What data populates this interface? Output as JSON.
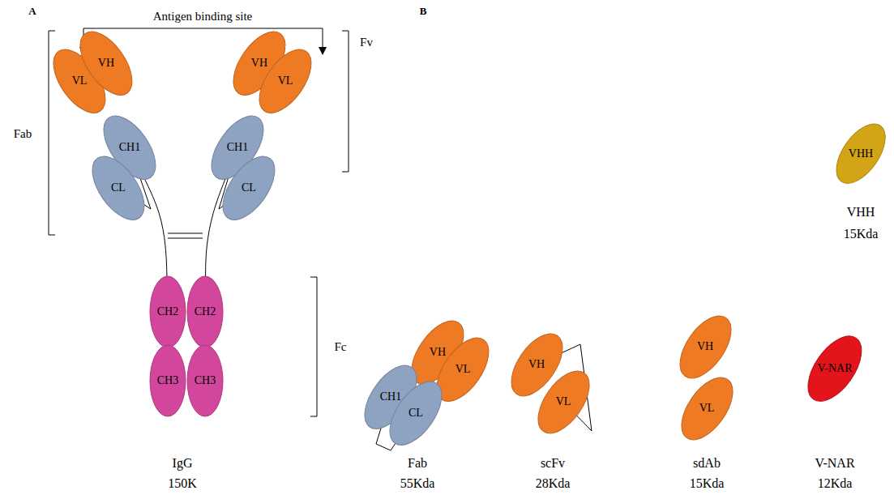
{
  "diagram": {
    "nodes": [
      {
        "text": [
          "VL"
        ]
      },
      {
        "text": [
          "VH"
        ]
      },
      {
        "text": [
          "CH1"
        ]
      },
      {
        "text": [
          "CL"
        ]
      },
      {
        "text": [
          "VH"
        ]
      },
      {
        "text": [
          "VL"
        ]
      },
      {
        "text": [
          "CH1"
        ]
      },
      {
        "text": [
          "CL"
        ]
      },
      {
        "text": [
          "CH2"
        ]
      },
      {
        "text": [
          "CH2"
        ]
      },
      {
        "text": [
          "CH3"
        ]
      },
      {
        "text": [
          "CH3"
        ]
      },
      {
        "text": [
          "VH"
        ]
      },
      {
        "text": [
          "VL"
        ]
      },
      {
        "text": [
          "CH1"
        ]
      },
      {
        "text": [
          "CL"
        ]
      },
      {
        "text": [
          "VH"
        ]
      },
      {
        "text": [
          "VL"
        ]
      },
      {
        "text": [
          "VH"
        ]
      },
      {
        "text": [
          "VL"
        ]
      },
      {
        "text": [
          "VHH"
        ]
      },
      {
        "text": [
          "V-NAR"
        ]
      }
    ],
    "edges": [
      {
        "from": 2,
        "to": 8,
        "arrow": "none"
      },
      {
        "from": 6,
        "to": 9,
        "arrow": "none"
      },
      {
        "from": 3,
        "to": 2,
        "arrow": "none"
      },
      {
        "from": 7,
        "to": 6,
        "arrow": "none"
      },
      {
        "from": 14,
        "to": 15,
        "arrow": "none"
      },
      {
        "from": 16,
        "to": 17,
        "arrow": "none"
      }
    ],
    "labels": [
      "A",
      "Antigen binding site",
      "Fab",
      "Fv",
      "Fc",
      "IgG",
      "150K",
      "B",
      "Fab",
      "55Kda",
      "scFv",
      "28Kda",
      "sdAb",
      "15Kda",
      "VHH",
      "15Kda",
      "V-NAR",
      "12Kda"
    ]
  }
}
